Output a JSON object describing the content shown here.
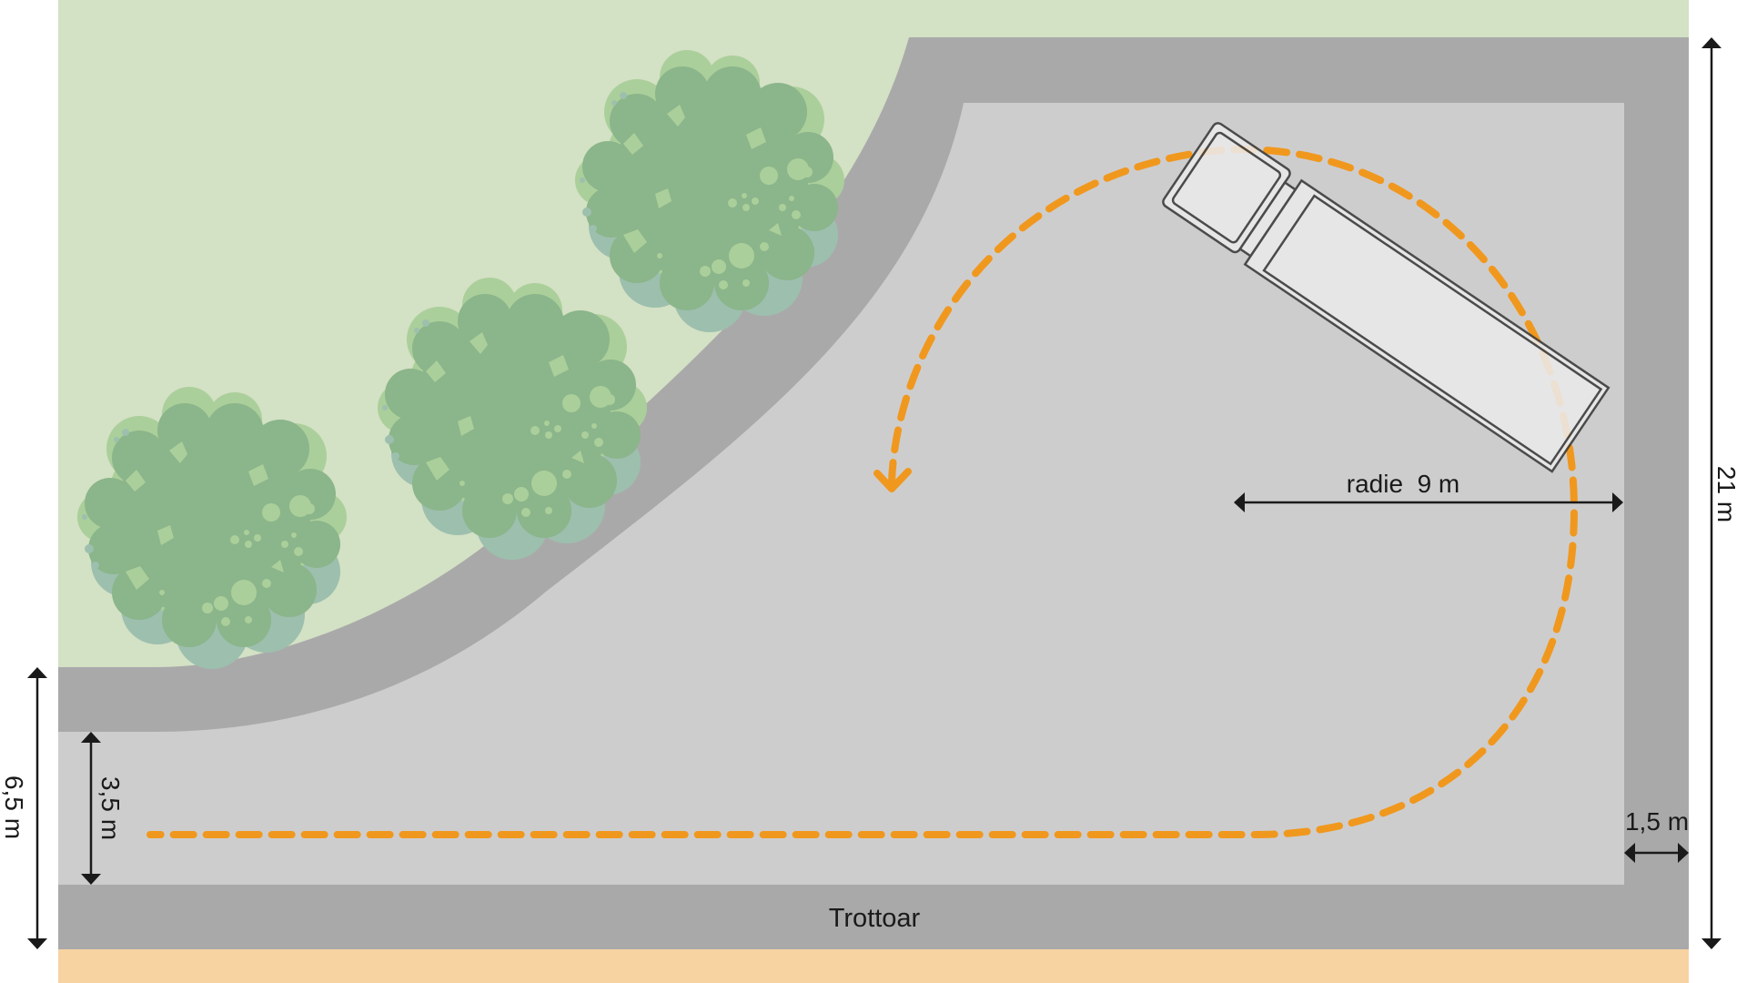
{
  "diagram": {
    "type": "turning-area-plan",
    "labels": {
      "sidewalk": "Trottoar",
      "radius": "radie  9 m",
      "total_depth": "21 m",
      "entry_width_total": "6,5 m",
      "lane_width": "3,5 m",
      "side_curb": "1,5 m"
    },
    "elements": {
      "trees": 3,
      "vehicle": "truck-with-trailer",
      "path": "dashed turning path with arrow"
    },
    "colors": {
      "grass": "#d3e1c4",
      "curb": "#aaa9aa",
      "pavement": "#cecdce",
      "sidewalk_edge": "#f7d3a2",
      "path": "#f0981e",
      "tree": "#8bb58a",
      "tree_highlight": "#abcf9b",
      "tree_shadow": "#9dbfae",
      "truck_fill": "#ebeaeb",
      "truck_stroke": "#3a3a3a",
      "dimension": "#1a1a1a"
    }
  }
}
